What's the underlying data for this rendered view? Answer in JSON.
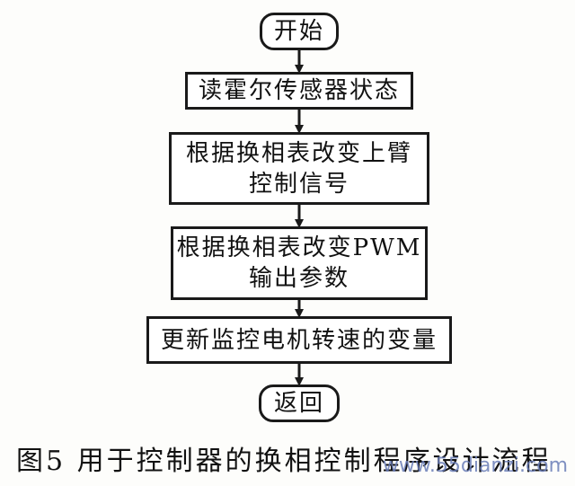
{
  "flowchart": {
    "start": "开始",
    "step1": "读霍尔传感器状态",
    "step2": [
      "根据换相表改变上臂",
      "控制信号"
    ],
    "step3": [
      "根据换相表改变PWM",
      "输出参数"
    ],
    "step4": "更新监控电机转速的变量",
    "end": "返回"
  },
  "caption": "图5  用于控制器的换相控制程序设计流程",
  "watermark": "www.55dianzi.com",
  "colors": {
    "line": "#1a1a1a",
    "watermark": "#6a7db8"
  }
}
